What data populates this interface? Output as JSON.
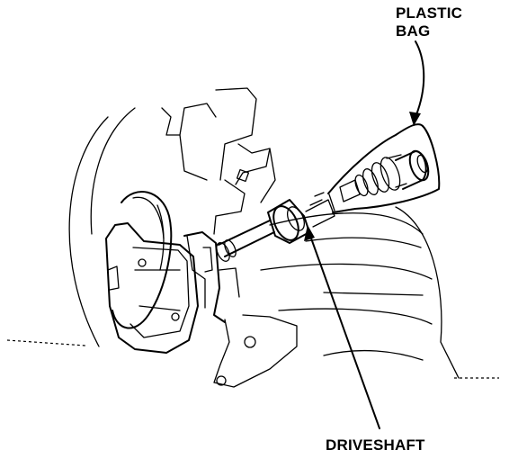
{
  "labels": {
    "plastic_bag_line1": "PLASTIC",
    "plastic_bag_line2": "BAG",
    "driveshaft": "DRIVESHAFT"
  },
  "colors": {
    "ink": "#000000",
    "paper": "#ffffff"
  }
}
